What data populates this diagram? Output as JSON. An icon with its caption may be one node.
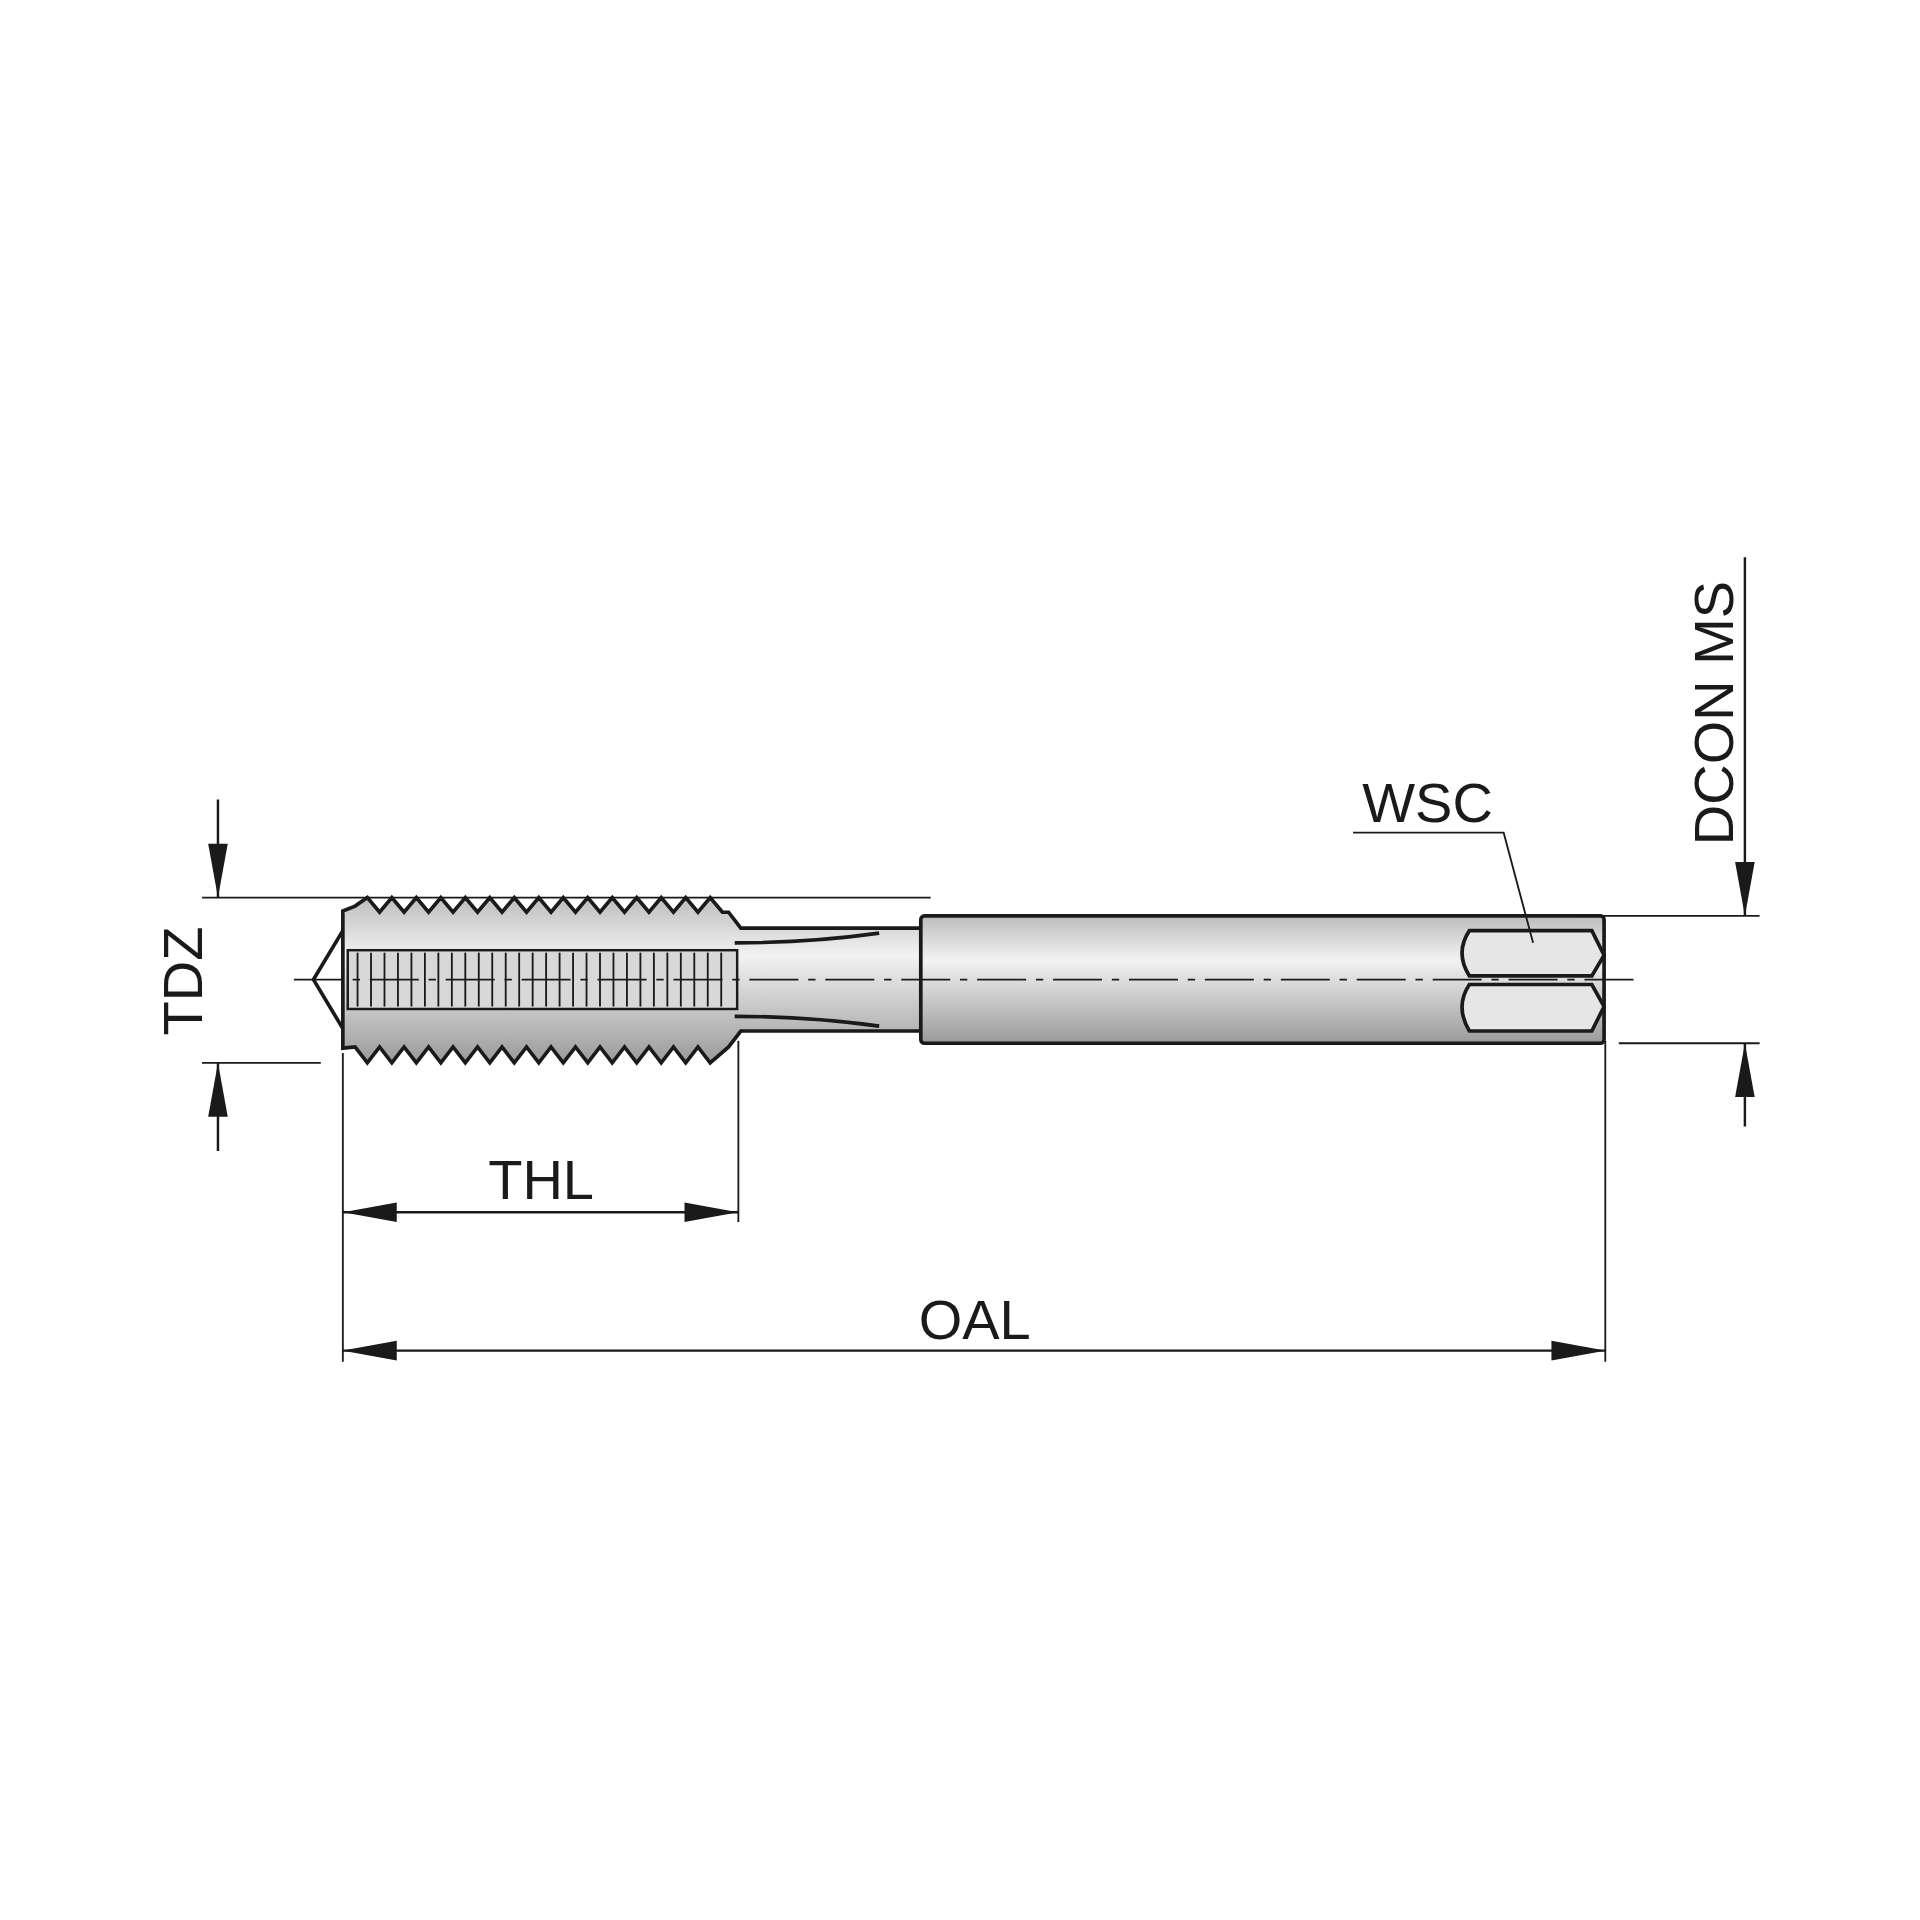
{
  "diagram": {
    "nodes": [
      {
        "text": [
          "WSC"
        ]
      },
      {
        "text": [],
        "shape": "box"
      }
    ],
    "edges": [
      {
        "from": 0,
        "to": 1,
        "arrow": "none"
      }
    ],
    "labels": [
      "DCON MS",
      "TDZ",
      "THL",
      "OAL"
    ]
  }
}
